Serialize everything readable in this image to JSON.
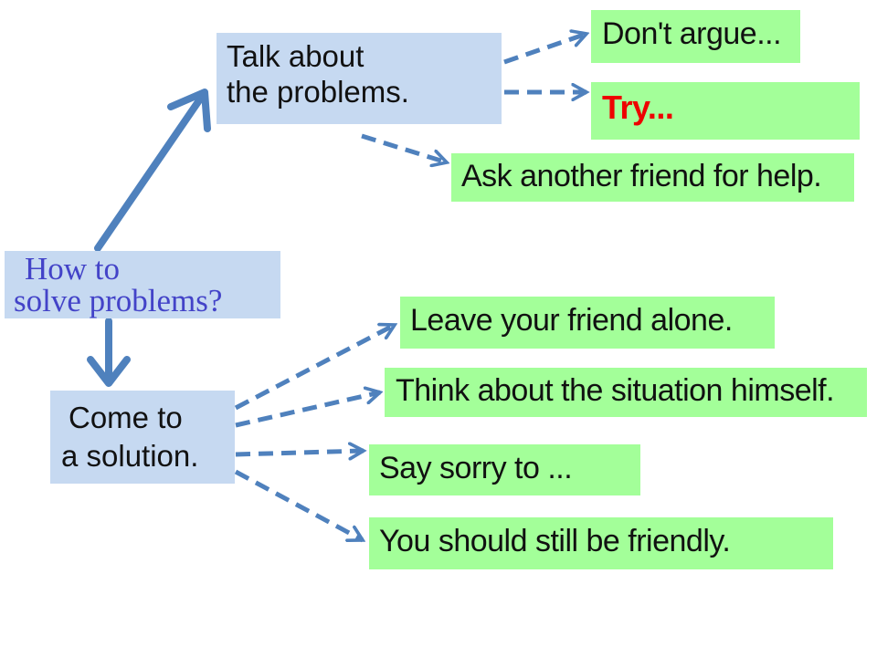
{
  "colors": {
    "arrow": "#4f81bd",
    "blue_box": "#c6d9f1",
    "green_box": "#a3ff99",
    "root_text": "#4343c8",
    "highlight_text": "#ee0000"
  },
  "root": {
    "line1": "How to",
    "line2": "solve problems?"
  },
  "branches": {
    "talk": {
      "line1": "Talk about",
      "line2": "the problems.",
      "options": [
        "Don't argue...",
        "Try...",
        "Ask another friend for help."
      ]
    },
    "solution": {
      "line1": "Come to",
      "line2": "a solution.",
      "options": [
        "Leave your friend alone.",
        "Think about the situation himself.",
        "Say sorry to ...",
        "You should still be friendly."
      ]
    }
  }
}
